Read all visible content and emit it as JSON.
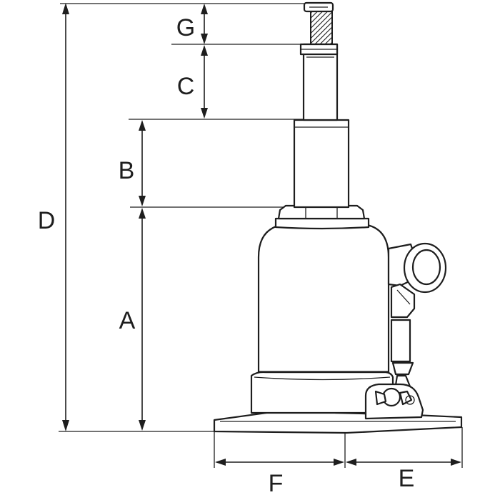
{
  "diagram": {
    "dimensions": {
      "G": "G",
      "C": "C",
      "B": "B",
      "D": "D",
      "A": "A",
      "F": "F",
      "E": "E"
    }
  }
}
